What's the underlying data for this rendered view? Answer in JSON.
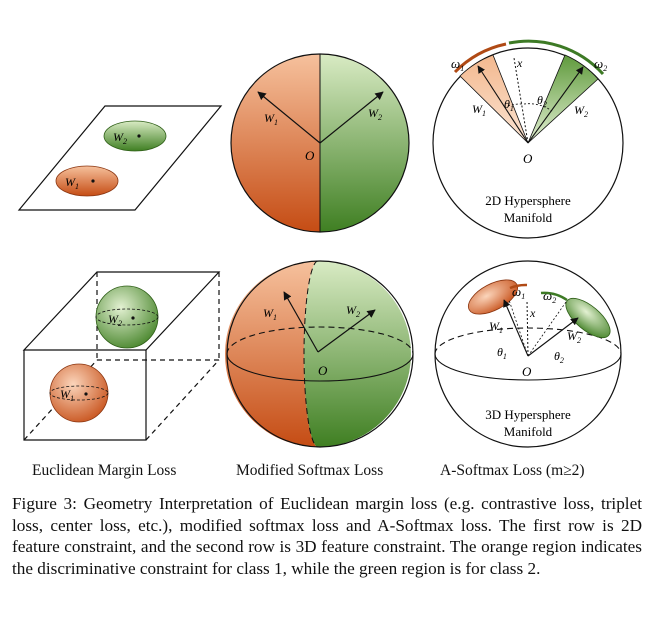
{
  "panels": {
    "labels": {
      "w1": "W",
      "w1_sub": "1",
      "w2": "W",
      "w2_sub": "2",
      "origin": "O",
      "omega": "ω",
      "omega1_sub": "1",
      "omega2_sub": "2",
      "theta": "θ",
      "theta1_sub": "1",
      "theta2_sub": "2",
      "x": "x"
    },
    "hypersphere_2d": {
      "line1": "2D Hypersphere",
      "line2": "Manifold"
    },
    "hypersphere_3d": {
      "line1": "3D Hypersphere",
      "line2": "Manifold"
    }
  },
  "columns": {
    "euclidean": "Euclidean Margin Loss",
    "softmax": "Modified Softmax Loss",
    "asoftmax": "A-Softmax Loss (m≥2)"
  },
  "caption": "Figure 3: Geometry Interpretation of Euclidean margin loss (e.g. contrastive loss, triplet loss, center loss, etc.), modified softmax loss and A-Softmax loss. The first row is 2D feature constraint, and the second row is 3D feature constraint. The orange region indicates the discriminative constraint for class 1, while the green region is for class 2.",
  "colors": {
    "orange_light": "#f2b48c",
    "orange_dark": "#c9541b",
    "green_light": "#cfe4b4",
    "green_dark": "#4e8b2c",
    "arc_orange": "#b04a15",
    "arc_green": "#3d7a25"
  }
}
